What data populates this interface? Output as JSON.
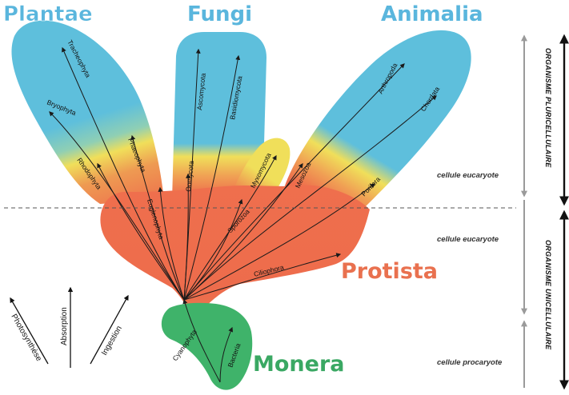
{
  "kingdoms": {
    "plantae": "Plantae",
    "fungi": "Fungi",
    "animalia": "Animalia",
    "protista": "Protista",
    "monera": "Monera"
  },
  "phyla": {
    "tracheophyta": "Tracheophyta",
    "bryophyta": "Bryophyta",
    "rhodophyta": "Rhodophyta",
    "phaeophyta": "Phaeophyta",
    "euglenophyta": "Euglenophyta",
    "ascomycota": "Ascomycota",
    "basidiomycota": "Basidiomycota",
    "oomycota": "Oomycota",
    "myxomycota": "Myxomycota",
    "sporozoa": "Sporozoa",
    "arthropoda": "Arthropoda",
    "chordata": "Chordata",
    "mesozoa": "Mesozoa",
    "porifera": "Porifera",
    "ciliophora": "Ciliophora",
    "cyanophyta": "Cyanophyta",
    "bacteria": "Bacteria"
  },
  "cell_levels": {
    "upper": "cellule eucaryote",
    "middle": "cellule eucaryote",
    "lower": "cellule procaryote"
  },
  "organisation": {
    "multi": "ORGANISME PLURICELLULAIRE",
    "uni": "ORGANISME UNICELLULAIRE"
  },
  "nutrition": {
    "photosynthese": "Photosynthèse",
    "absorption": "Absorption",
    "ingestion": "Ingestion"
  },
  "colors": {
    "blue": "#5ebfdc",
    "yellow": "#f0df5a",
    "red": "#ed6c4c",
    "green": "#3fb36a",
    "monera_text": "#3aa863",
    "protista_text": "#e9714f",
    "kingdom_text": "#5ab6dd"
  }
}
